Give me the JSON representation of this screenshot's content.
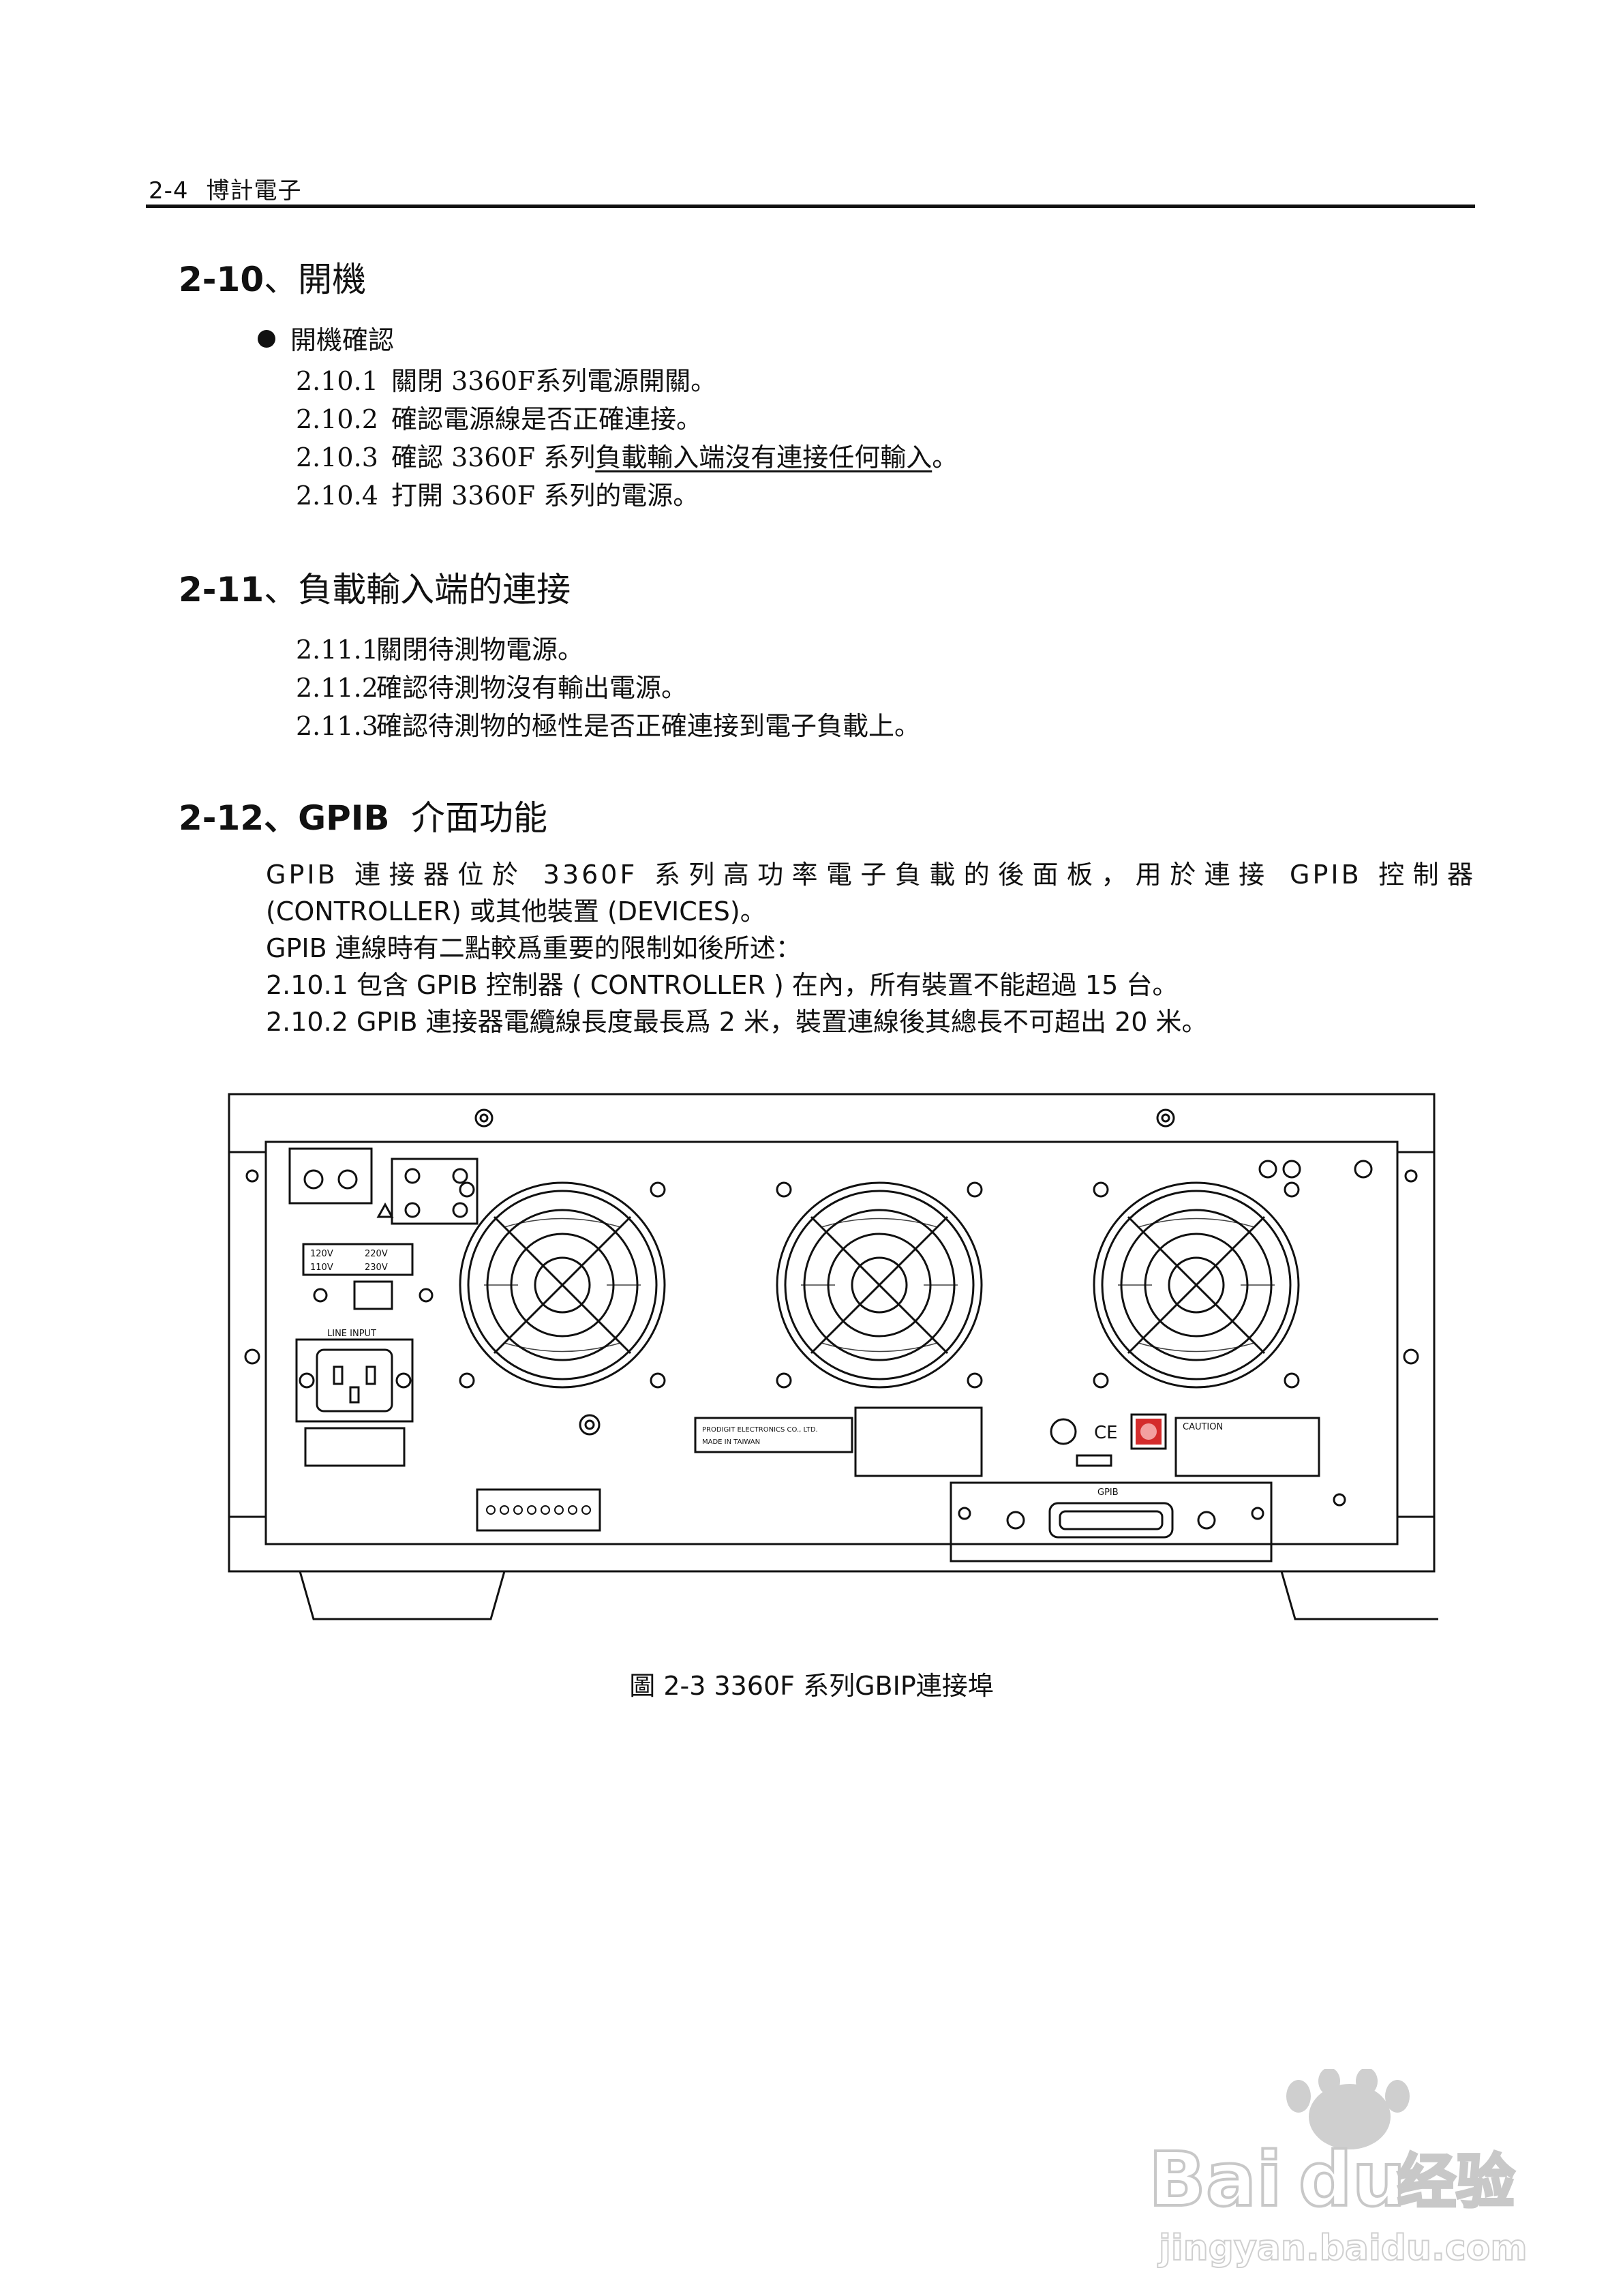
{
  "header": {
    "page_number": "2-4",
    "company": "博計電子"
  },
  "section_10": {
    "title_num": "2-10",
    "title_text": "、開機",
    "bullet": "開機確認",
    "steps": [
      {
        "num": "2.10.1",
        "text": "關閉 3360F系列電源開關。"
      },
      {
        "num": "2.10.2",
        "text": "確認電源線是否正確連接。"
      },
      {
        "num": "2.10.3",
        "text_a": "確認 3360F 系列",
        "text_u": "負載輸入端沒有連接任何輸入",
        "text_b": "。"
      },
      {
        "num": "2.10.4",
        "text": "打開 3360F 系列的電源。"
      }
    ]
  },
  "section_11": {
    "title_num": "2-11",
    "title_text": "、負載輸入端的連接",
    "steps": [
      {
        "num": "2.11.1",
        "text": "關閉待測物電源。"
      },
      {
        "num": "2.11.2",
        "text": "確認待測物沒有輸出電源。"
      },
      {
        "num": "2.11.3",
        "text": "確認待測物的極性是否正確連接到電子負載上。"
      }
    ]
  },
  "section_12": {
    "title_num": "2-12",
    "title_text": "、GPIB",
    "title_text2": "介面功能",
    "line1": "GPIB 連接器位於 3360F 系列高功率電子負載的後面板，用於連接 GPIB 控制器",
    "line2": "(CONTROLLER) 或其他裝置 (DEVICES)。",
    "line3": "GPIB 連線時有二點較爲重要的限制如後所述：",
    "line4": "2.10.1 包含 GPIB 控制器 ( CONTROLLER ) 在內，所有裝置不能超過 15 台。",
    "line5": "2.10.2 GPIB 連接器電纜線長度最長爲 2 米，裝置連線後其總長不可超出 20 米。"
  },
  "figure": {
    "labels": {
      "line_input": "LINE INPUT",
      "v120": "120V",
      "v220": "220V",
      "v110": "110V",
      "v230": "230V",
      "gpib": "GPIB",
      "maker": "PRODIGIT ELECTRONICS CO., LTD.",
      "made_in": "MADE IN TAIWAN",
      "caution": "CAUTION",
      "ce": "CE"
    },
    "caption": "圖 2-3 3360F 系列GBIP連接埠"
  },
  "watermark": {
    "brand_a": "Bai",
    "brand_b": "du",
    "brand_c": "经验",
    "url": "jingyan.baidu.com"
  }
}
